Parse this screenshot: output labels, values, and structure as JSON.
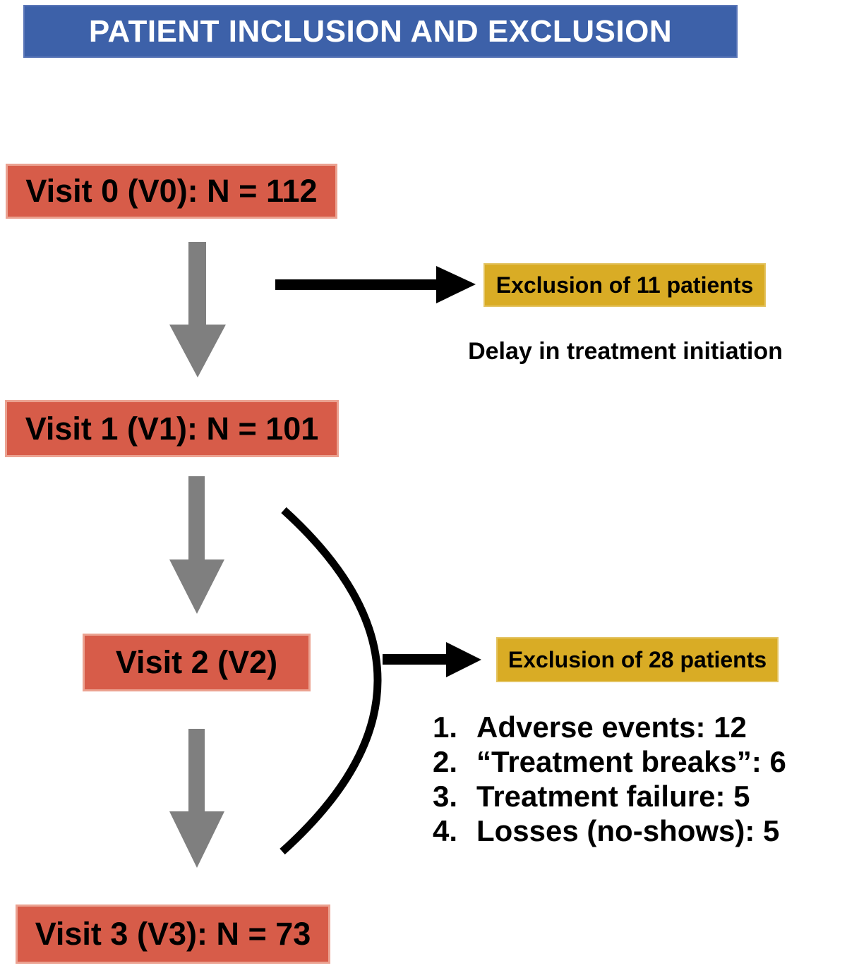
{
  "title": "PATIENT INCLUSION AND EXCLUSION",
  "colors": {
    "header_bg": "#3D61A9",
    "visit_box_bg": "#D75C49",
    "exclusion_box_bg": "#D9AC25",
    "arrow_gray": "#7F7F7F",
    "line_black": "#000000"
  },
  "flow": {
    "visits": [
      {
        "id": "V0",
        "label": "Visit 0 (V0): N = 112",
        "n": 112
      },
      {
        "id": "V1",
        "label": "Visit 1 (V1): N = 101",
        "n": 101
      },
      {
        "id": "V2",
        "label": "Visit 2 (V2)"
      },
      {
        "id": "V3",
        "label": "Visit 3 (V3): N = 73",
        "n": 73
      }
    ],
    "exclusions": [
      {
        "label": "Exclusion of 11 patients",
        "excluded_count": 11,
        "reason": "Delay in treatment initiation"
      },
      {
        "label": "Exclusion of 28 patients",
        "excluded_count": 28,
        "reasons": [
          {
            "num": "1.",
            "text": "Adverse events: 12"
          },
          {
            "num": "2.",
            "text": "“Treatment breaks”: 6"
          },
          {
            "num": "3.",
            "text": "Treatment failure: 5"
          },
          {
            "num": "4.",
            "text": "Losses (no-shows): 5"
          }
        ]
      }
    ]
  }
}
